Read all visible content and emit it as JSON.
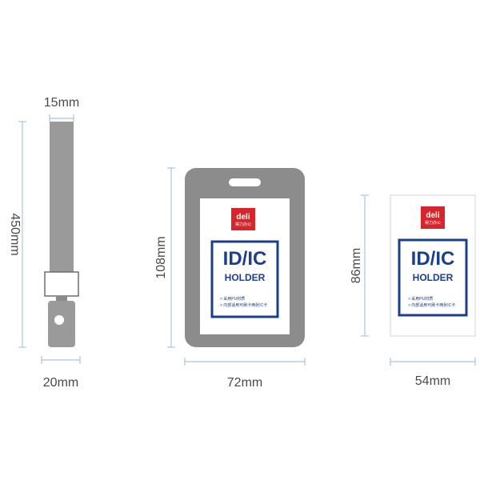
{
  "dimensions": {
    "strap_width": "15mm",
    "strap_length": "450mm",
    "clip_width": "20mm",
    "holder_height": "108mm",
    "holder_width": "72mm",
    "card_height": "86mm",
    "card_width": "54mm"
  },
  "card": {
    "logo_brand": "deli",
    "logo_sub": "得力办公",
    "title_line1": "ID/IC",
    "title_line2": "HOLDER",
    "feature1": "> 采用PU材质",
    "feature2": "> 内部适用可刷卡两张IC卡"
  },
  "colors": {
    "holder_frame": "#8c8c8c",
    "strap": "#9a9a9a",
    "dimension_line": "#a9c4e6",
    "card_blue": "#1b3f8b",
    "logo_red": "#d7262b"
  }
}
